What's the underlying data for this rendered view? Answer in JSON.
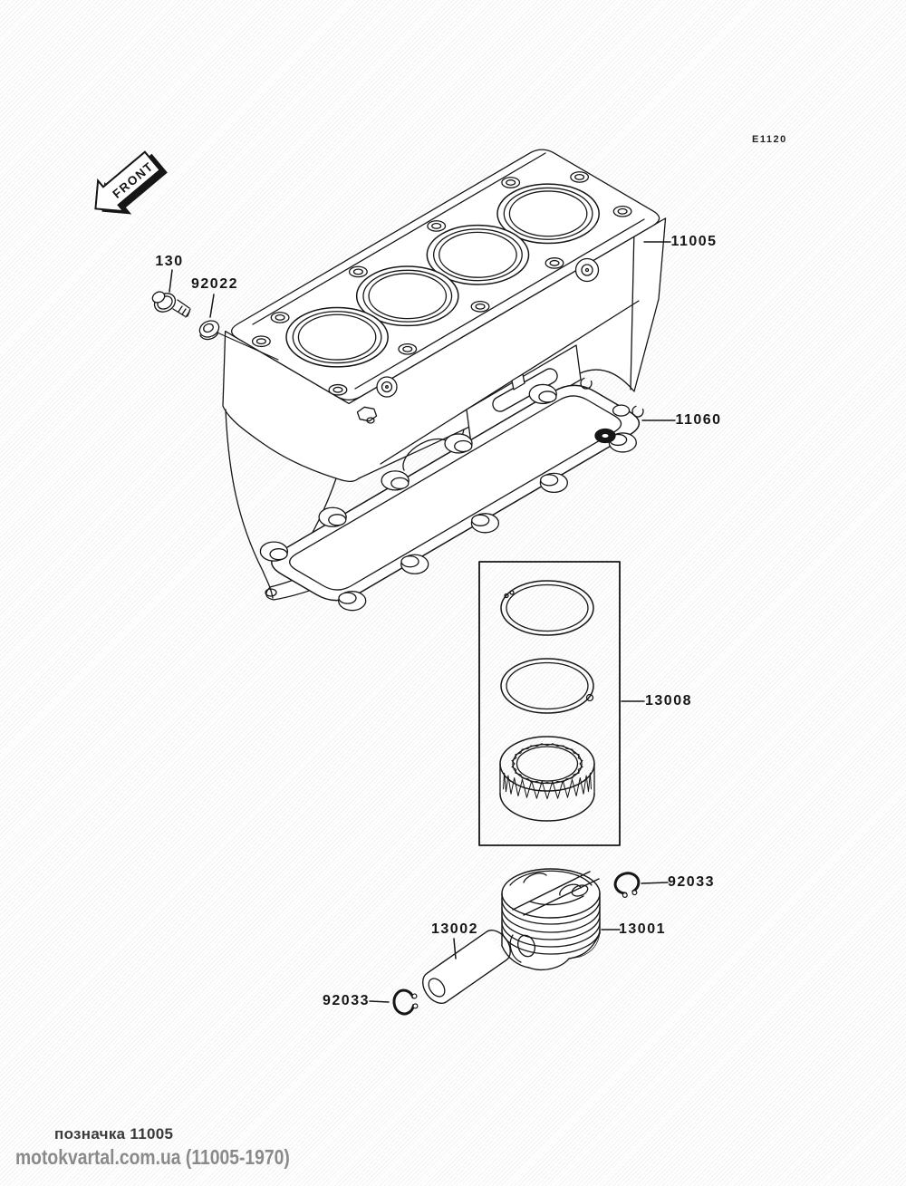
{
  "doc_code": "E1120",
  "front_arrow": {
    "label": "FRONT"
  },
  "part_labels": [
    {
      "text": "130"
    },
    {
      "text": "92022"
    },
    {
      "text": "11005"
    },
    {
      "text": "11060"
    },
    {
      "text": "13008"
    },
    {
      "text": "92033"
    },
    {
      "text": "13001"
    },
    {
      "text": "13002"
    },
    {
      "text": "92033"
    }
  ],
  "footer": {
    "line1": "позначка 11005",
    "line2": "motokvartal.com.ua (11005-1970)"
  },
  "colors": {
    "ink": "#161616",
    "footer_gray": "#8a8a8a",
    "paper": "#ffffff"
  }
}
